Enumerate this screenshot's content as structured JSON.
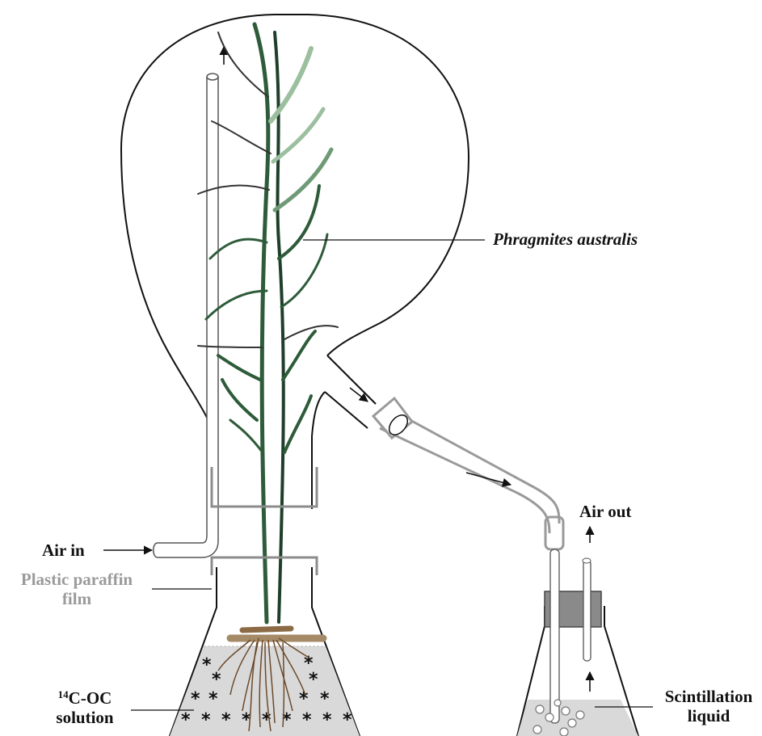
{
  "labels": {
    "species": "Phragmites australis",
    "air_in": "Air in",
    "air_out": "Air out",
    "paraffin_line1": "Plastic paraffin",
    "paraffin_line2": "film",
    "solution_sup": "14",
    "solution_main": "C-OC",
    "solution_line2": "solution",
    "scint_line1": "Scintillation",
    "scint_line2": "liquid"
  },
  "colors": {
    "outline": "#111111",
    "paraffin_film": "#8c8c8c",
    "tubing": "#9a9a9a",
    "solution_fill": "#d9d9d9",
    "stopper": "#8a8a8a",
    "leaf_dark": "#2e5b3a",
    "leaf_light": "#9cbf9f",
    "root": "#8b6a45"
  },
  "icons": {
    "asterisk": "*",
    "arrow": "arrow-icon",
    "bubble": "bubble-icon"
  }
}
